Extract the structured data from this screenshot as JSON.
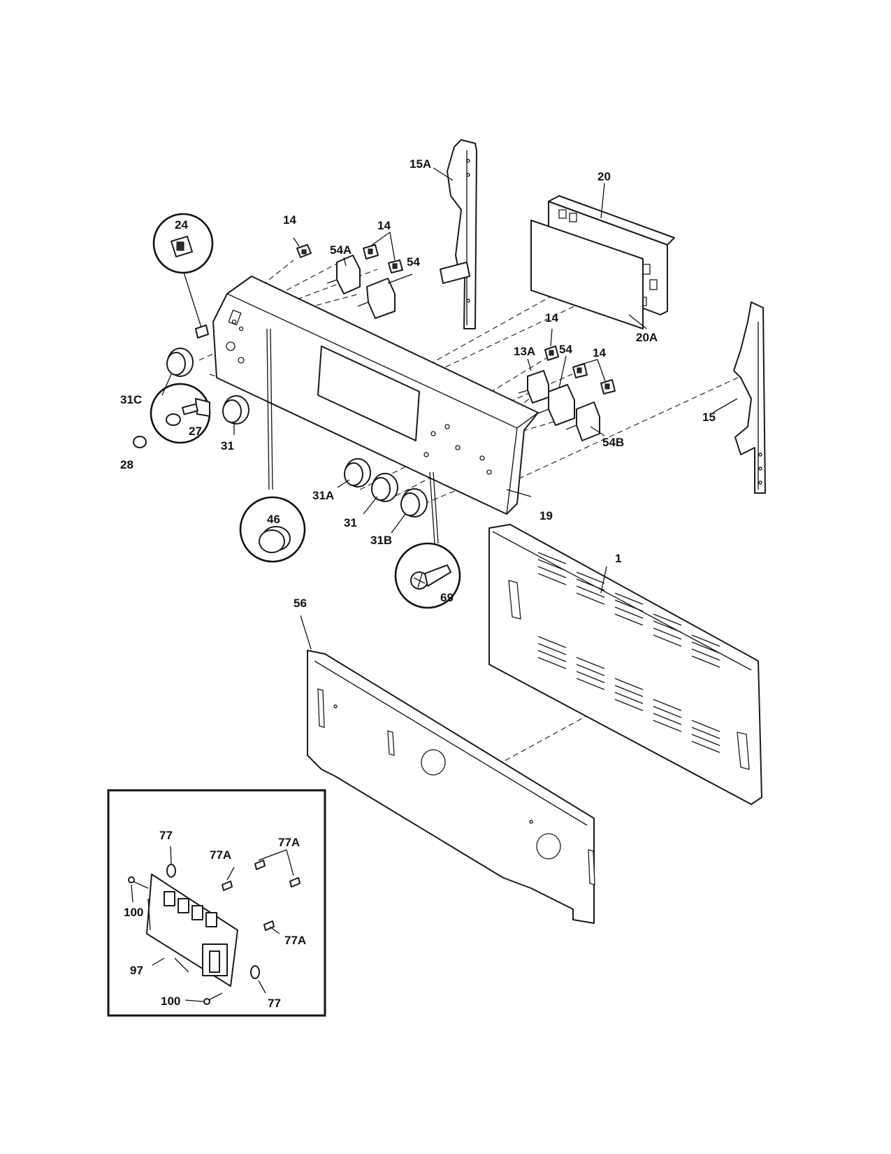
{
  "diagram": {
    "labels": {
      "l_15A": "15A",
      "l_20": "20",
      "l_24": "24",
      "l_14a": "14",
      "l_54A": "54A",
      "l_14b": "14",
      "l_54a": "54",
      "l_20A": "20A",
      "l_13A": "13A",
      "l_14c": "14",
      "l_54b": "54",
      "l_14d": "14",
      "l_15": "15",
      "l_31C": "31C",
      "l_27": "27",
      "l_31a": "31",
      "l_28": "28",
      "l_54B": "54B",
      "l_31A": "31A",
      "l_31b": "31",
      "l_19": "19",
      "l_46": "46",
      "l_31B": "31B",
      "l_69": "69",
      "l_1": "1",
      "l_56": "56",
      "l_77a": "77",
      "l_77Aa": "77A",
      "l_77Ab": "77A",
      "l_100a": "100",
      "l_77Ac": "77A",
      "l_97": "97",
      "l_100b": "100",
      "l_77b": "77"
    }
  }
}
